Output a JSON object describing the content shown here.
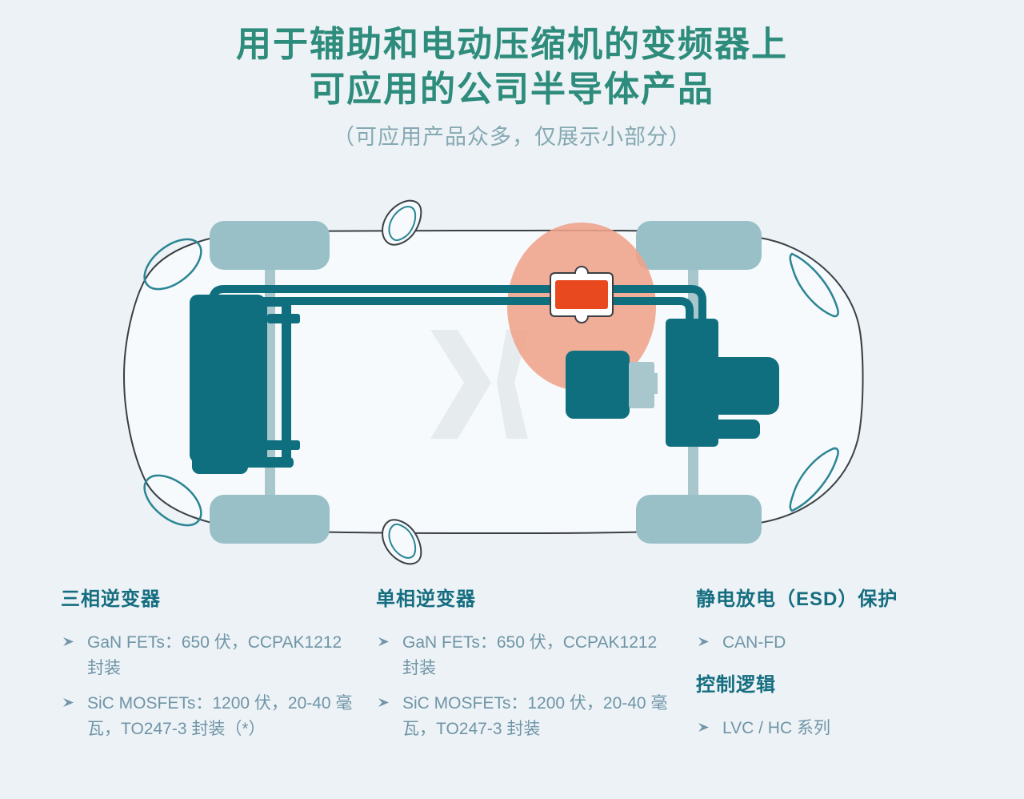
{
  "title": {
    "line1": "用于辅助和电动压缩机的变频器上",
    "line2": "可应用的公司半导体产品",
    "subtitle": "（可应用产品众多，仅展示小部分）"
  },
  "diagram": {
    "description": "car-top-view-powertrain-diagram",
    "highlighted_part": "compressor-inverter-module",
    "watermark": "x-logo",
    "colors": {
      "teal_dark": "#0f6f7e",
      "teal_light_wheels": "#99c0c7",
      "axle_light": "#a8c7cc",
      "highlight_circle": "#efa28a",
      "highlight_module": "#e8491f",
      "car_outline": "#3a4045",
      "light_outline_teal": "#2b8594",
      "title_teal": "#2e8c7c",
      "heading_teal": "#156e80",
      "body_text": "#6f95a6"
    }
  },
  "sections": [
    {
      "heading": "三相逆变器",
      "bullets": [
        "GaN FETs：650 伏，CCPAK1212 封装",
        "SiC MOSFETs：1200 伏，20-40 毫瓦，TO247-3 封装（*）"
      ]
    },
    {
      "heading": "单相逆变器",
      "bullets": [
        "GaN FETs：650 伏，CCPAK1212 封装",
        "SiC MOSFETs：1200 伏，20-40 毫瓦，TO247-3 封装"
      ]
    },
    {
      "heading": "静电放电（ESD）保护",
      "bullets": [
        "CAN-FD"
      ]
    },
    {
      "heading": "控制逻辑",
      "bullets": [
        "LVC / HC 系列"
      ]
    }
  ]
}
